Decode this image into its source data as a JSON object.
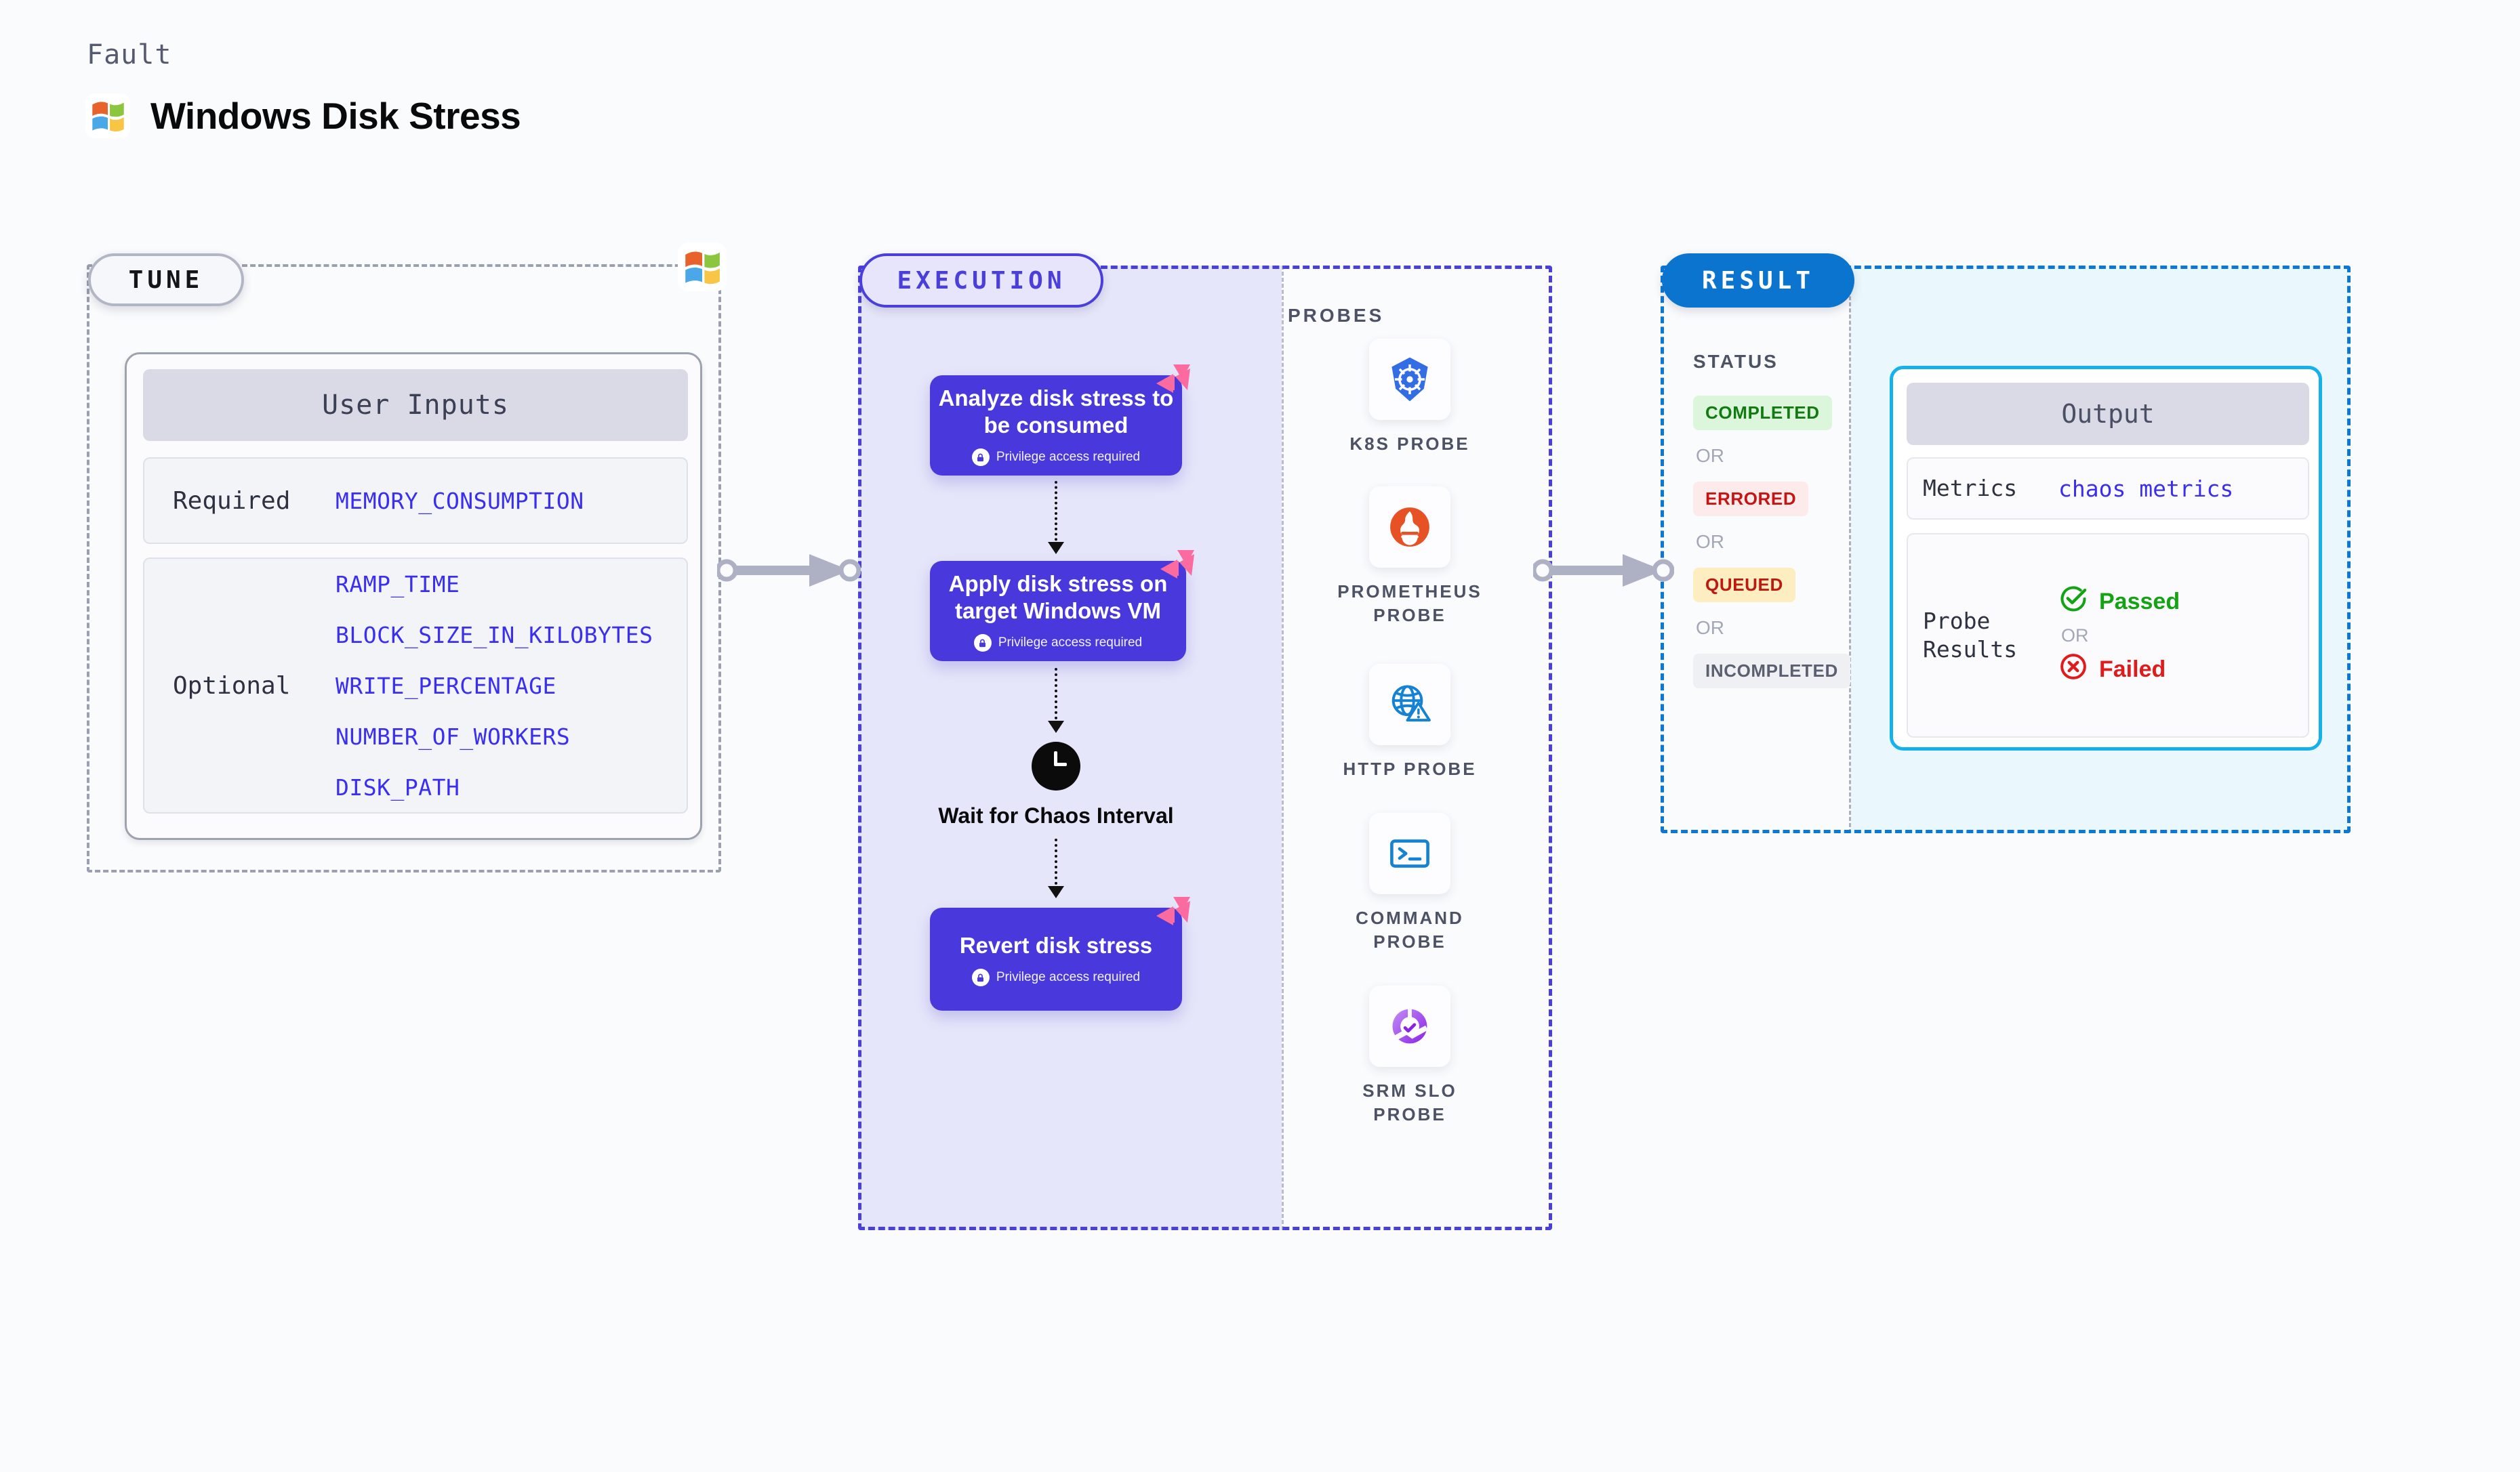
{
  "header": {
    "kicker": "Fault",
    "title": "Windows Disk Stress",
    "logo_icon": "windows-logo-icon"
  },
  "stages": {
    "tune": {
      "label": "TUNE"
    },
    "execution": {
      "label": "EXECUTION"
    },
    "result": {
      "label": "RESULT"
    }
  },
  "tune": {
    "card_title": "User Inputs",
    "required": {
      "label": "Required",
      "values": [
        "MEMORY_CONSUMPTION"
      ]
    },
    "optional": {
      "label": "Optional",
      "values": [
        "RAMP_TIME",
        "BLOCK_SIZE_IN_KILOBYTES",
        "WRITE_PERCENTAGE",
        "NUMBER_OF_WORKERS",
        "DISK_PATH"
      ]
    },
    "platform_icon": "windows-logo-icon"
  },
  "execution": {
    "nodes": [
      {
        "title": "Analyze disk stress to be consumed",
        "privilege": "Privilege access required",
        "badge_icon": "litmus-corner-icon",
        "lock_icon": "lock-icon"
      },
      {
        "title": "Apply disk stress on target Windows VM",
        "privilege": "Privilege access required",
        "badge_icon": "litmus-corner-icon",
        "lock_icon": "lock-icon"
      },
      {
        "title": "Revert disk stress",
        "privilege": "Privilege access required",
        "badge_icon": "litmus-corner-icon",
        "lock_icon": "lock-icon"
      }
    ],
    "wait": {
      "label": "Wait for Chaos Interval",
      "icon": "clock-icon"
    },
    "probes_title": "PROBES",
    "probes": [
      {
        "label": "K8S PROBE",
        "icon": "kubernetes-icon"
      },
      {
        "label": "PROMETHEUS PROBE",
        "icon": "prometheus-icon"
      },
      {
        "label": "HTTP PROBE",
        "icon": "http-globe-warning-icon"
      },
      {
        "label": "COMMAND PROBE",
        "icon": "terminal-icon"
      },
      {
        "label": "SRM SLO PROBE",
        "icon": "srm-slo-icon"
      }
    ]
  },
  "result": {
    "status_title": "STATUS",
    "or_label": "OR",
    "statuses": [
      {
        "label": "COMPLETED",
        "variant": "completed"
      },
      {
        "label": "ERRORED",
        "variant": "errored"
      },
      {
        "label": "QUEUED",
        "variant": "queued"
      },
      {
        "label": "INCOMPLETED",
        "variant": "incompleted"
      }
    ],
    "output": {
      "title": "Output",
      "metrics_label": "Metrics",
      "metrics_value": "chaos metrics",
      "probe_results_label": "Probe Results",
      "passed_label": "Passed",
      "failed_label": "Failed",
      "or_label": "OR",
      "passed_icon": "check-circle-icon",
      "failed_icon": "x-circle-icon"
    }
  },
  "colors": {
    "accent_purple": "#4939dd",
    "accent_blue": "#0b74cf",
    "accent_cyan": "#14b1eb",
    "mono_blue": "#3a2ff0",
    "tune_border": "#9aa0ad",
    "pink_badge": "#fb6ba0"
  }
}
